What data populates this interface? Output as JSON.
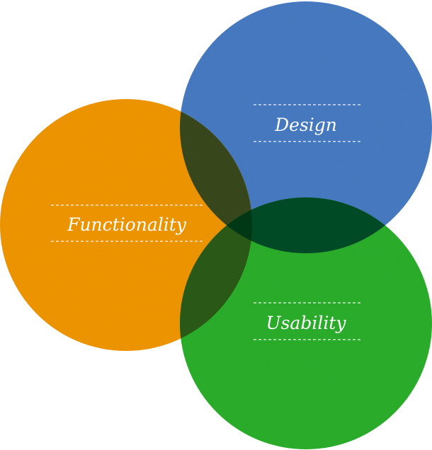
{
  "diagram": {
    "type": "venn",
    "circles": [
      {
        "id": "design",
        "label": "Design",
        "color": "#4a7dc4"
      },
      {
        "id": "functionality",
        "label": "Functionality",
        "color": "#f2980a"
      },
      {
        "id": "usability",
        "label": "Usability",
        "color": "#2db02d"
      }
    ],
    "overlap_colors": {
      "design_functionality": "#3a4a24",
      "design_usability": "#0f4e2b",
      "functionality_usability": "#2f5b1d",
      "all_three": "#0d3a1b"
    },
    "texture": "paper-grain"
  }
}
